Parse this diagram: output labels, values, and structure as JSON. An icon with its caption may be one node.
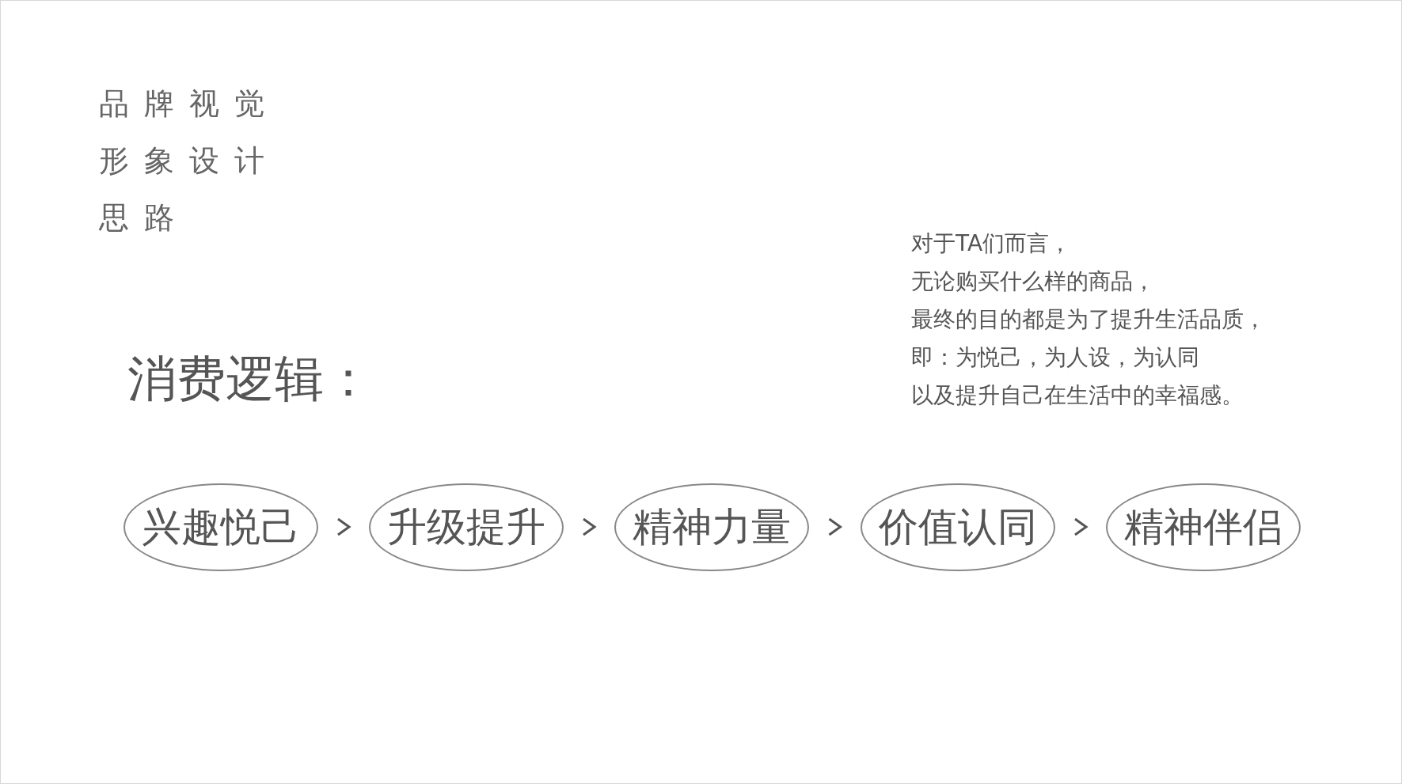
{
  "diagram": {
    "title": "品牌视觉形象设计思路",
    "nodes": [
      {
        "text": [
          "兴趣悦己"
        ]
      },
      {
        "text": [
          "升级提升"
        ]
      },
      {
        "text": [
          "精神力量"
        ]
      },
      {
        "text": [
          "价值认同"
        ]
      },
      {
        "text": [
          "精神伴侣"
        ]
      }
    ],
    "edges": [
      {
        "from": 0,
        "to": 1,
        "arrow": "to"
      },
      {
        "from": 1,
        "to": 2,
        "arrow": "to"
      },
      {
        "from": 2,
        "to": 3,
        "arrow": "to"
      },
      {
        "from": 3,
        "to": 4,
        "arrow": "to"
      }
    ],
    "labels": [
      "消费逻辑：",
      "对于TA们而言，",
      "无论购买什么样的商品，",
      "最终的目的都是为了提升生活品质，",
      "即：为悦己，为人设，为认同",
      "以及提升自己在生活中的幸福感。"
    ]
  }
}
